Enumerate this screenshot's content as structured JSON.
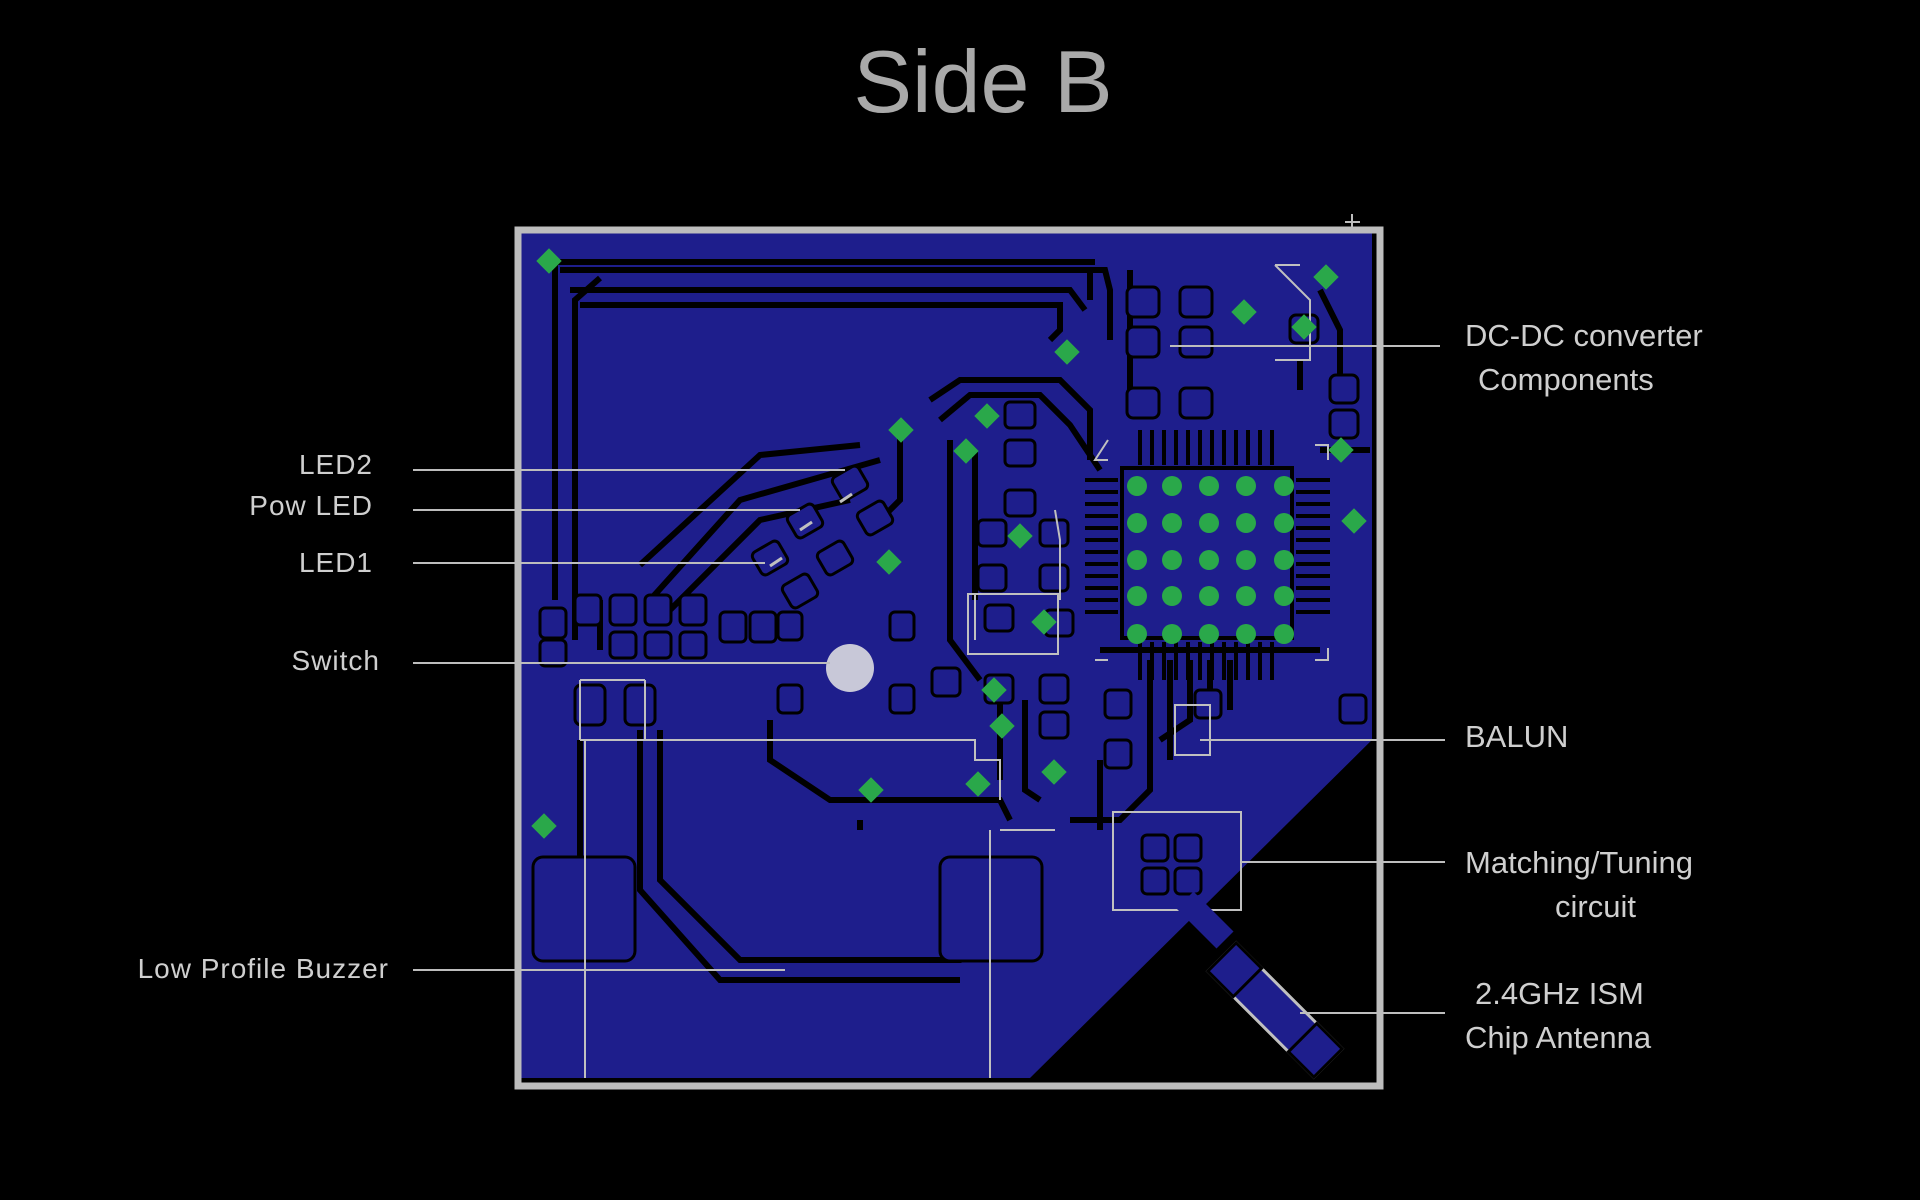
{
  "title": "Side B",
  "labels": {
    "led2": "LED2",
    "pow_led": "Pow LED",
    "led1": "LED1",
    "switch": "Switch",
    "buzzer": "Low Profile Buzzer",
    "dcdc_line1": "DC-DC converter",
    "dcdc_line2": "Components",
    "balun": "BALUN",
    "matching_line1": "Matching/Tuning",
    "matching_line2": "circuit",
    "antenna_line1": "2.4GHz ISM",
    "antenna_line2": "Chip Antenna"
  },
  "colors": {
    "background": "#000000",
    "copper": "#1e1e8c",
    "via": "#2aa84a",
    "outline": "#bdbdbd",
    "text": "#cfcfcf"
  }
}
